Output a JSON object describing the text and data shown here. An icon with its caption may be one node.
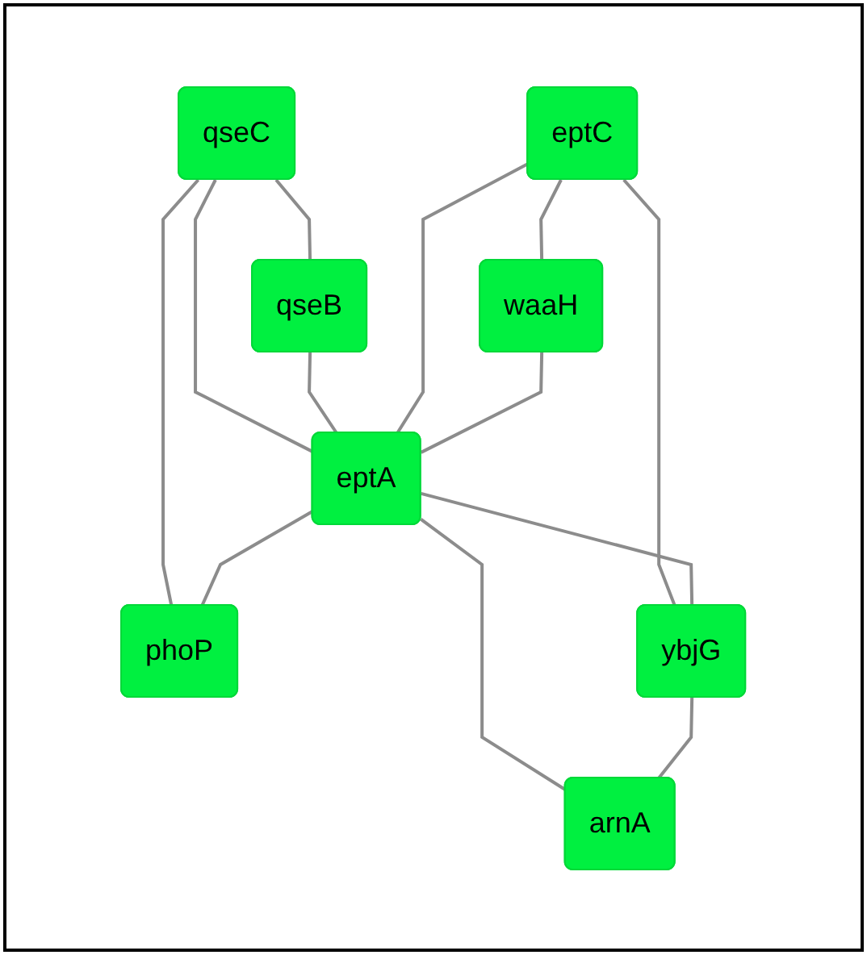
{
  "diagram": {
    "nodes": [
      {
        "text": [
          "qseC"
        ]
      },
      {
        "text": [
          "qseB"
        ]
      },
      {
        "text": [
          "eptC"
        ]
      },
      {
        "text": [
          "waaH"
        ]
      },
      {
        "text": [
          "eptA"
        ]
      },
      {
        "text": [
          "phoP"
        ]
      },
      {
        "text": [
          "ybjG"
        ]
      },
      {
        "text": [
          "arnA"
        ]
      }
    ],
    "edges": [
      {
        "from": 0,
        "to": 1,
        "arrow": "none"
      },
      {
        "from": 0,
        "to": 4,
        "arrow": "none"
      },
      {
        "from": 0,
        "to": 5,
        "arrow": "none"
      },
      {
        "from": 1,
        "to": 4,
        "arrow": "none"
      },
      {
        "from": 2,
        "to": 3,
        "arrow": "none"
      },
      {
        "from": 2,
        "to": 4,
        "arrow": "none"
      },
      {
        "from": 2,
        "to": 6,
        "arrow": "none"
      },
      {
        "from": 3,
        "to": 4,
        "arrow": "none"
      },
      {
        "from": 4,
        "to": 5,
        "arrow": "none"
      },
      {
        "from": 4,
        "to": 6,
        "arrow": "none"
      },
      {
        "from": 4,
        "to": 7,
        "arrow": "none"
      },
      {
        "from": 6,
        "to": 7,
        "arrow": "none"
      }
    ]
  }
}
